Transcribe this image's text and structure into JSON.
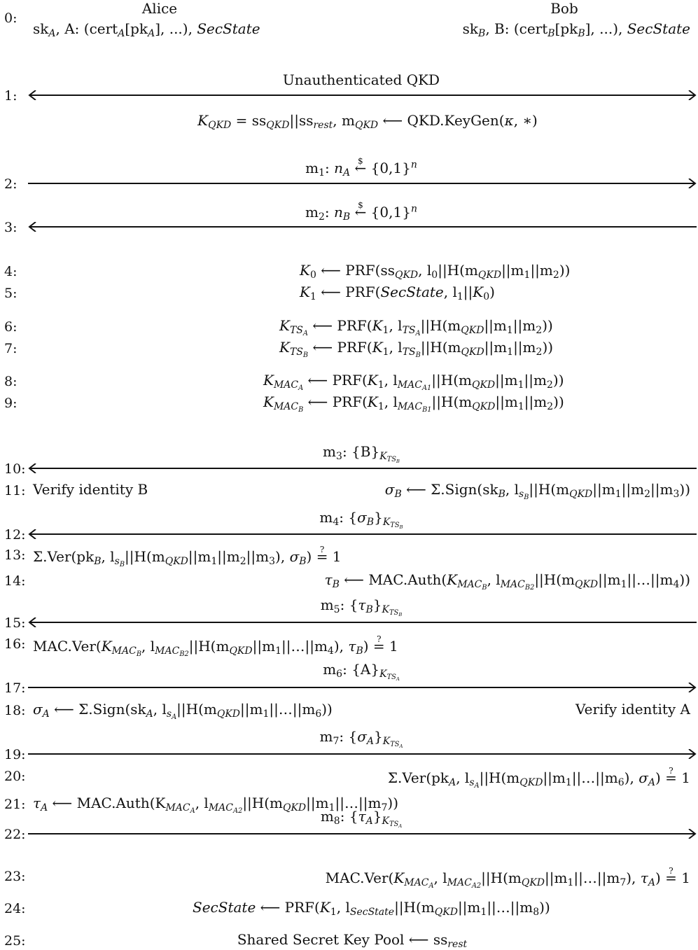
{
  "header": {
    "alice": "Alice",
    "bob": "Bob",
    "alice_state": "skA, A: (certA[pkA], ...), SecState",
    "bob_state": "skB, B: (certB[pkB], ...), SecState"
  },
  "line_numbers": [
    "0:",
    "1:",
    "2:",
    "3:",
    "4:",
    "5:",
    "6:",
    "7:",
    "8:",
    "9:",
    "10:",
    "11:",
    "12:",
    "13:",
    "14:",
    "15:",
    "16:",
    "17:",
    "18:",
    "19:",
    "20:",
    "21:",
    "22:",
    "23:",
    "24:",
    "25:"
  ],
  "steps": {
    "s1_label": "Unauthenticated QKD",
    "s1_keygen": "KQKD = ssQKD||ssrest, mQKD ⟵ QKD.KeyGen(κ, ∗)",
    "s2_msg": "m1: nA ←$ {0,1}n",
    "s3_msg": "m2: nB ←$ {0,1}n",
    "s4": "K0 ⟵ PRF(ssQKD, l0||H(mQKD||m1||m2))",
    "s5": "K1 ⟵ PRF(SecState, l1||K0)",
    "s6": "KTSA ⟵ PRF(K1, lTSA||H(mQKD||m1||m2))",
    "s7": "KTSB ⟵ PRF(K1, lTSB||H(mQKD||m1||m2))",
    "s8": "KMACA ⟵ PRF(K1, lMACA1||H(mQKD||m1||m2))",
    "s9": "KMACB ⟵ PRF(K1, lMACB1||H(mQKD||m1||m2))",
    "s10_msg": "m3: {B}KTSB",
    "s11_left": "Verify identity B",
    "s11_right": "σB ⟵ Σ.Sign(skB, lsB||H(mQKD||m1||m2||m3))",
    "s12_msg": "m4: {σB}KTSB",
    "s13": "Σ.Ver(pkB, lsB||H(mQKD||m1||m2||m3), σB) ?= 1",
    "s14": "τB ⟵ MAC.Auth(KMACB, lMACB2||H(mQKD||m1||...||m4))",
    "s15_msg": "m5: {τB}KTSB",
    "s16": "MAC.Ver(KMACB, lMACB2||H(mQKD||m1||...||m4), τB) ?= 1",
    "s17_msg": "m6: {A}KTSA",
    "s18_left": "σA ⟵ Σ.Sign(skA, lsA||H(mQKD||m1||...||m6))",
    "s18_right": "Verify identity A",
    "s19_msg": "m7: {σA}KTSA",
    "s20": "Σ.Ver(pkA, lsA||H(mQKD||m1||...||m6), σA) ?= 1",
    "s21": "τA ⟵ MAC.Auth(KMACA, lMACA2||H(mQKD||m1||...||m7))",
    "s22_msg": "m8: {τA}KTSA",
    "s23": "MAC.Ver(KMACA, lMACA2||H(mQKD||m1||...||m7), τA) ?= 1",
    "s24": "SecState ⟵ PRF(K1, lSecState||H(mQKD||m1||...||m8))",
    "s25": "Shared Secret Key Pool ⟵ ssrest"
  },
  "arrows": [
    {
      "step": "1",
      "direction": "both"
    },
    {
      "step": "2",
      "direction": "right"
    },
    {
      "step": "3",
      "direction": "left"
    },
    {
      "step": "10",
      "direction": "left"
    },
    {
      "step": "12",
      "direction": "left"
    },
    {
      "step": "15",
      "direction": "left"
    },
    {
      "step": "17",
      "direction": "right"
    },
    {
      "step": "19",
      "direction": "right"
    },
    {
      "step": "22",
      "direction": "right"
    }
  ]
}
